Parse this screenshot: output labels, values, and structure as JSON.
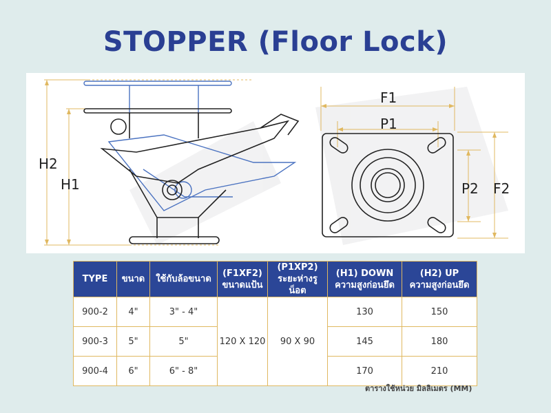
{
  "title": "STOPPER (Floor Lock)",
  "dimensions": {
    "h2": "H2",
    "h1": "H1",
    "f1": "F1",
    "p1": "P1",
    "p2": "P2",
    "f2": "F2"
  },
  "table": {
    "headers": [
      [
        "TYPE"
      ],
      [
        "ขนาด"
      ],
      [
        "ใช้กับล้อขนาด"
      ],
      [
        "(F1XF2)",
        "ขนาดแป้น"
      ],
      [
        "(P1XP2)",
        "ระยะห่างรูน็อต"
      ],
      [
        "(H1) DOWN",
        "ความสูงก่อนยึด"
      ],
      [
        "(H2) UP",
        "ความสูงก่อนยึด"
      ]
    ],
    "rows": [
      {
        "type": "900-2",
        "size": "4\"",
        "wheel": "3\" - 4\"",
        "h1": "130",
        "h2": "150"
      },
      {
        "type": "900-3",
        "size": "5\"",
        "wheel": "5\"",
        "h1": "145",
        "h2": "180"
      },
      {
        "type": "900-4",
        "size": "6\"",
        "wheel": "6\" - 8\"",
        "h1": "170",
        "h2": "210"
      }
    ],
    "plate": "120 X 120",
    "hole_spacing": "90 X 90"
  },
  "unit_note": "ตารางใช้หน่วย มิลลิเมตร (MM)",
  "colors": {
    "title": "#2a3f93",
    "header_bg": "#2b4697",
    "border": "#e0b860",
    "blue_line": "#4a72c0",
    "dim_line": "#e0b860"
  }
}
